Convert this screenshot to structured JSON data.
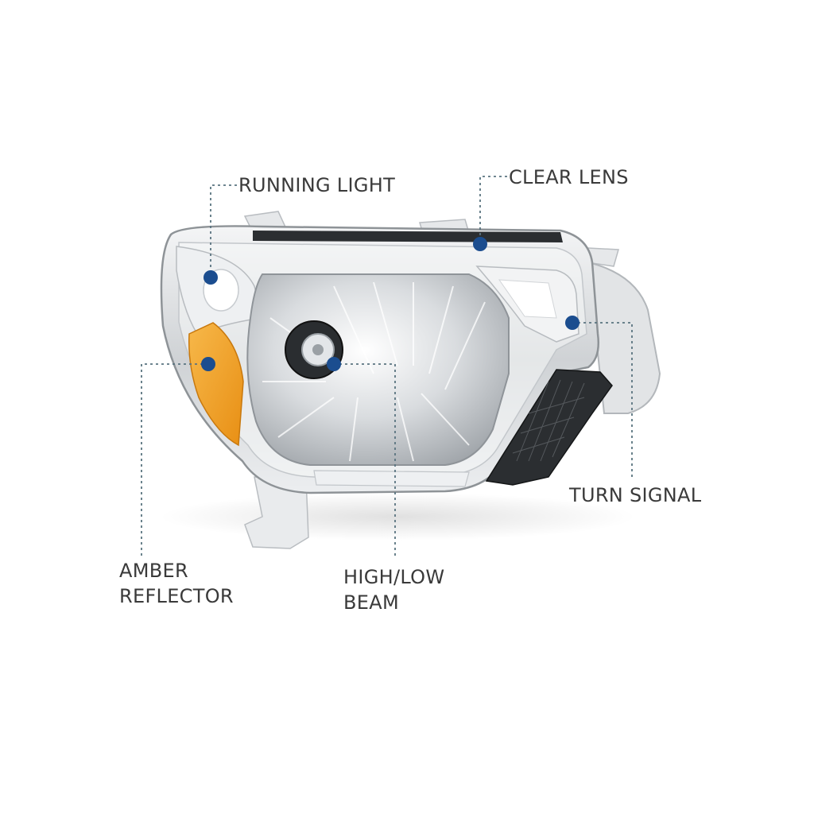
{
  "colors": {
    "marker": "#1b4d8f",
    "leader_line": "#5a7480",
    "label_text": "#3a3a3a",
    "amber": "#f2a024",
    "chrome": "#d4d6d8"
  },
  "callouts": {
    "running_light": {
      "text": "RUNNING LIGHT"
    },
    "clear_lens": {
      "text": "CLEAR LENS"
    },
    "turn_signal": {
      "text": "TURN SIGNAL"
    },
    "amber_reflector": {
      "line1": "AMBER",
      "line2": "REFLECTOR"
    },
    "high_low_beam": {
      "line1": "HIGH/LOW",
      "line2": "BEAM"
    }
  }
}
